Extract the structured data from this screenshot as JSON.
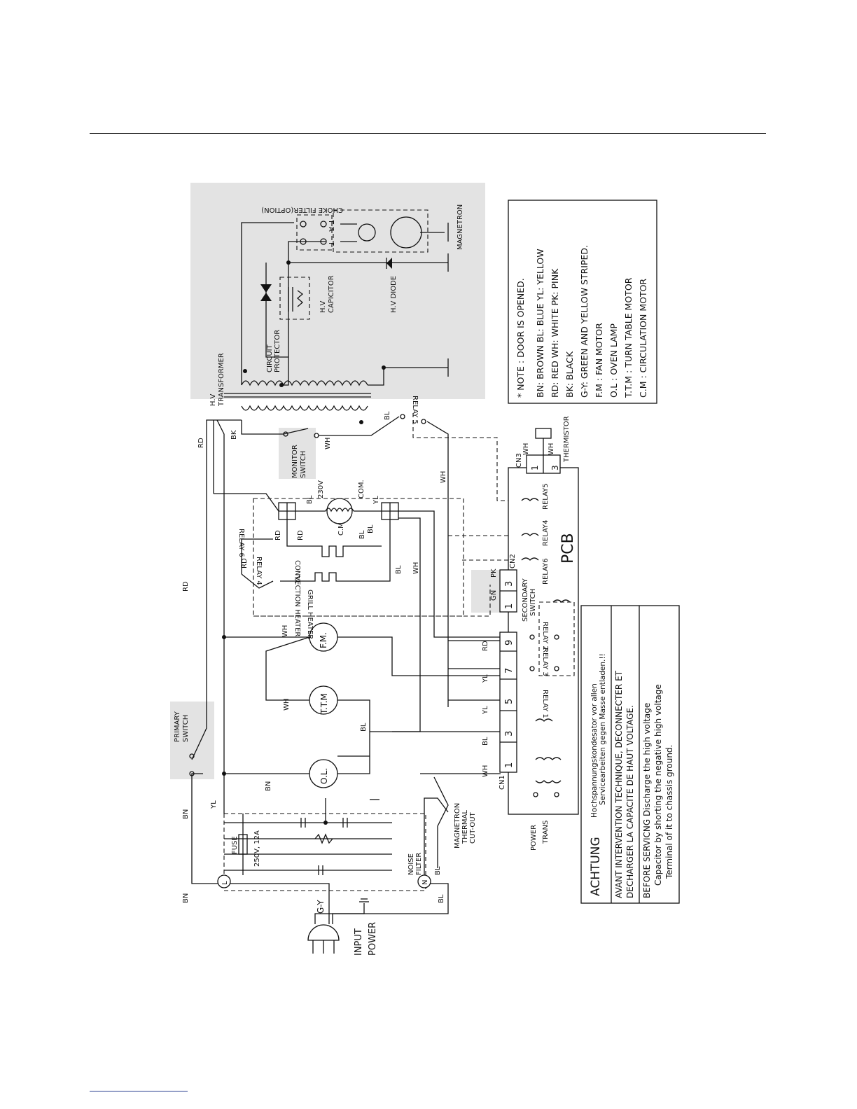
{
  "labels": {
    "choke_filter": "CHOKE FILTER(OPTION)",
    "fa": "F A",
    "f": "F",
    "magnetron": "MAGNETRON",
    "hv_capacitor_1": "H.V",
    "hv_capacitor_2": "CAPICITOR",
    "hv_diode": "H.V DIODE",
    "circuit_protector_1": "CIRCUIT",
    "circuit_protector_2": "PROTECTOR",
    "hv_transformer_1": "H.V",
    "hv_transformer_2": "TRANSFORMER",
    "bk": "BK",
    "rd": "RD",
    "bl": "BL",
    "wh": "WH",
    "yl": "YL",
    "bn": "BN",
    "relay5": "RELAY 5",
    "monitor_switch_1": "MONITOR",
    "monitor_switch_2": "SWITCH",
    "v230": "230V",
    "com": "COM.",
    "relay6": "RELAY 6",
    "cm": "C.M",
    "convection_heater": "CONVECTION HEATER",
    "relay4": "RELAY 4",
    "grill_heater": "GRILL HEATER",
    "fm": "F.M.",
    "ttm": "T.T.M",
    "ol": "O.L.",
    "primary_switch_1": "PRIMARY",
    "primary_switch_2": "SWITCH",
    "fuse": "FUSE",
    "fuse_rating": "250V, 12A",
    "noise_filter_1": "NOISE",
    "noise_filter_2": "FILTER",
    "magnetron_cutout_1": "MAGNETRON",
    "magnetron_cutout_2": "THERMAL",
    "magnetron_cutout_3": "CUT-OUT",
    "gy": "G-Y",
    "input_power_1": "INPUT",
    "input_power_2": "POWER",
    "l": "L",
    "n": "N",
    "cn1": "CN1",
    "cn2": "CN2",
    "cn3": "CN3",
    "pin9": "9",
    "pin7": "7",
    "pin5": "5",
    "pin3": "3",
    "pin1": "1",
    "gn": "GN",
    "pk": "PK",
    "secondary_switch_1": "SECONDARY",
    "secondary_switch_2": "SWITCH",
    "relay2": "RELAY 2",
    "relay3": "RELAY 3",
    "relay1": "RELAY 1",
    "relay6_pcb": "RELAY6",
    "relay4_pcb": "RELAY4",
    "relay5_pcb": "RELAY5",
    "pcb": "PCB",
    "thermistor": "THERMISTOR",
    "power_trans_1": "POWER",
    "power_trans_2": "TRANS"
  },
  "notes": [
    "* NOTE  : DOOR IS OPENED.",
    "BN: BROWN  BL: BLUE  YL: YELLOW",
    "RD: RED  WH: WHITE  PK: PINK",
    "BK: BLACK",
    "G-Y: GREEN AND YELLOW STRIPED.",
    "F.M  : FAN MOTOR",
    "O.L  : OVEN LAMP",
    "T.T.M : TURN TABLE MOTOR",
    "C.M  : CIRCULATION MOTOR"
  ],
  "warnings": {
    "achtung": "ACHTUNG",
    "de_1": "Hochspannungskondesator vor allen",
    "de_2": "Servicearbeiten gegen Masse entladen.!!",
    "fr_1": "AVANT INTERVENTION TECHNIQUE, DECONNECTER ET",
    "fr_2": "DECHARGER LA CAPACITE DE HAUT VOLTAGE.",
    "en_1": "BEFORE SERVICNG Discharge the high voltage",
    "en_2": "Capacitor by shorting the negative high voltage",
    "en_3": "Terminal of it to chassis ground."
  }
}
